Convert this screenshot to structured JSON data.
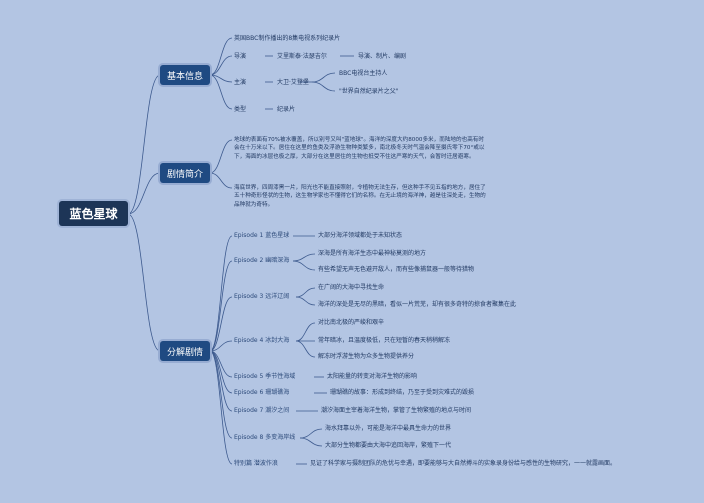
{
  "root": "蓝色星球",
  "basic": {
    "title": "基本信息",
    "intro": "英国BBC制作播出的8集电视系列纪录片",
    "director_label": "导演",
    "director_name": "艾里斯泰·法瑟吉尔",
    "director_roles": "导演、制片、编剧",
    "host_label": "主演",
    "host_name": "大卫·艾登堡",
    "host_desc1": "BBC电视台主持人",
    "host_desc2": "\"世界自然纪录片之父\"",
    "genre_label": "类型",
    "genre_value": "纪录片"
  },
  "synopsis": {
    "title": "剧情简介",
    "para1": "地球的表面有70%被水覆盖，所以别号又叫\"蓝地球\"。海洋的深度大约8000多米，而陆地的也高有时会在十万米以下。居住在这里的鱼类及浮游生物种类繁多，南北极冬天时气温会降至摄氏零下70°或以下，海面的冰层也极之厚，大部分在这里居住的生物也抵受不住这严寒的天气，会暂时迁居避寒。",
    "para2": "海底世界，四周漆黑一片，阳光也不能直接照射，令植物无法生存，但这种手不见五指的地方，居住了五十种奇形怪状的生物，这生物学家也不懂得它们的名称。在无止境的海洋神，越是往深处走，生物的品种就为奇特。"
  },
  "episodes": {
    "title": "分解剧情",
    "items": [
      {
        "label": "Episode 1 蓝色星球",
        "points": [
          "大部分海洋领域都处于未知状态"
        ]
      },
      {
        "label": "Episode 2 幽暗深海",
        "points": [
          "深海是所有海洋生态中最神秘莫测的地方",
          "有些希望无声无色避开敌人，而有些像捕鼠器一般等待猎物"
        ]
      },
      {
        "label": "Episode 3 远洋辽阔",
        "points": [
          "在广阔的大海中寻找生命",
          "海洋的深处是无尽的黑暗，看似一片荒芜，却有很多奇特的掠食者聚集在此"
        ]
      },
      {
        "label": "Episode 4 冰封大海",
        "points": [
          "对比南北极的严峻和艰辛",
          "常年暗冰，且温度极低，只在短暂的春天稍稍解冻",
          "解冻时浮游生物为众多生物提供养分"
        ]
      },
      {
        "label": "Episode 5 季节性海域",
        "points": [
          "太阳能量的转变对海洋生物的影响"
        ]
      },
      {
        "label": "Episode 6 珊瑚礁海",
        "points": [
          "珊瑚礁的故事：形成到终结，乃至于受到灾难式的毁损"
        ]
      },
      {
        "label": "Episode 7 潮汐之间",
        "points": [
          "潮汐海面主宰着海洋生物，掌管了生物繁殖的地点与时间"
        ]
      },
      {
        "label": "Episode 8 多变海岸线",
        "points": [
          "海水拜靠以外，可能是海洋中最具生命力的世界",
          "大部分生物都要由大海中追回海岸，繁殖下一代"
        ]
      },
      {
        "label": "特别篇 潜波作浪",
        "points": [
          "见证了科学家与摄制团队的危忧与幸遇，即要能够与大自然搏斗的实象录身份给与感性的生物研究，一一就露画面。"
        ]
      }
    ]
  },
  "colors": {
    "background": "#b3c5e3",
    "root": "#1d3557",
    "category": "#1f4a82",
    "line": "#3d5a8e"
  }
}
